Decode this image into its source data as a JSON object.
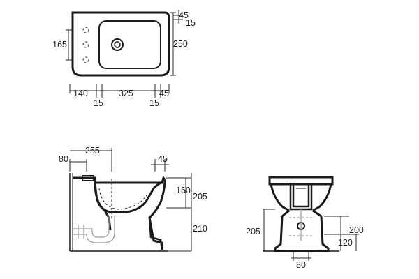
{
  "drawing": {
    "top_view": {
      "dims": {
        "top_right_a": "45",
        "top_right_b": "15",
        "height_outer": "250",
        "height_holes": "165",
        "bottom_left": "140",
        "bottom_mid": "325",
        "bottom_right": "45",
        "bottom_gap_left": "15",
        "bottom_gap_right": "15"
      }
    },
    "side_view": {
      "dims": {
        "top_left": "80",
        "top_span": "255",
        "top_right": "45",
        "inner_height": "160",
        "total_height": "205",
        "lower_height": "210"
      }
    },
    "front_view": {
      "dims": {
        "left_height": "205",
        "right_high": "200",
        "right_low": "120",
        "bottom_width": "80"
      }
    }
  }
}
